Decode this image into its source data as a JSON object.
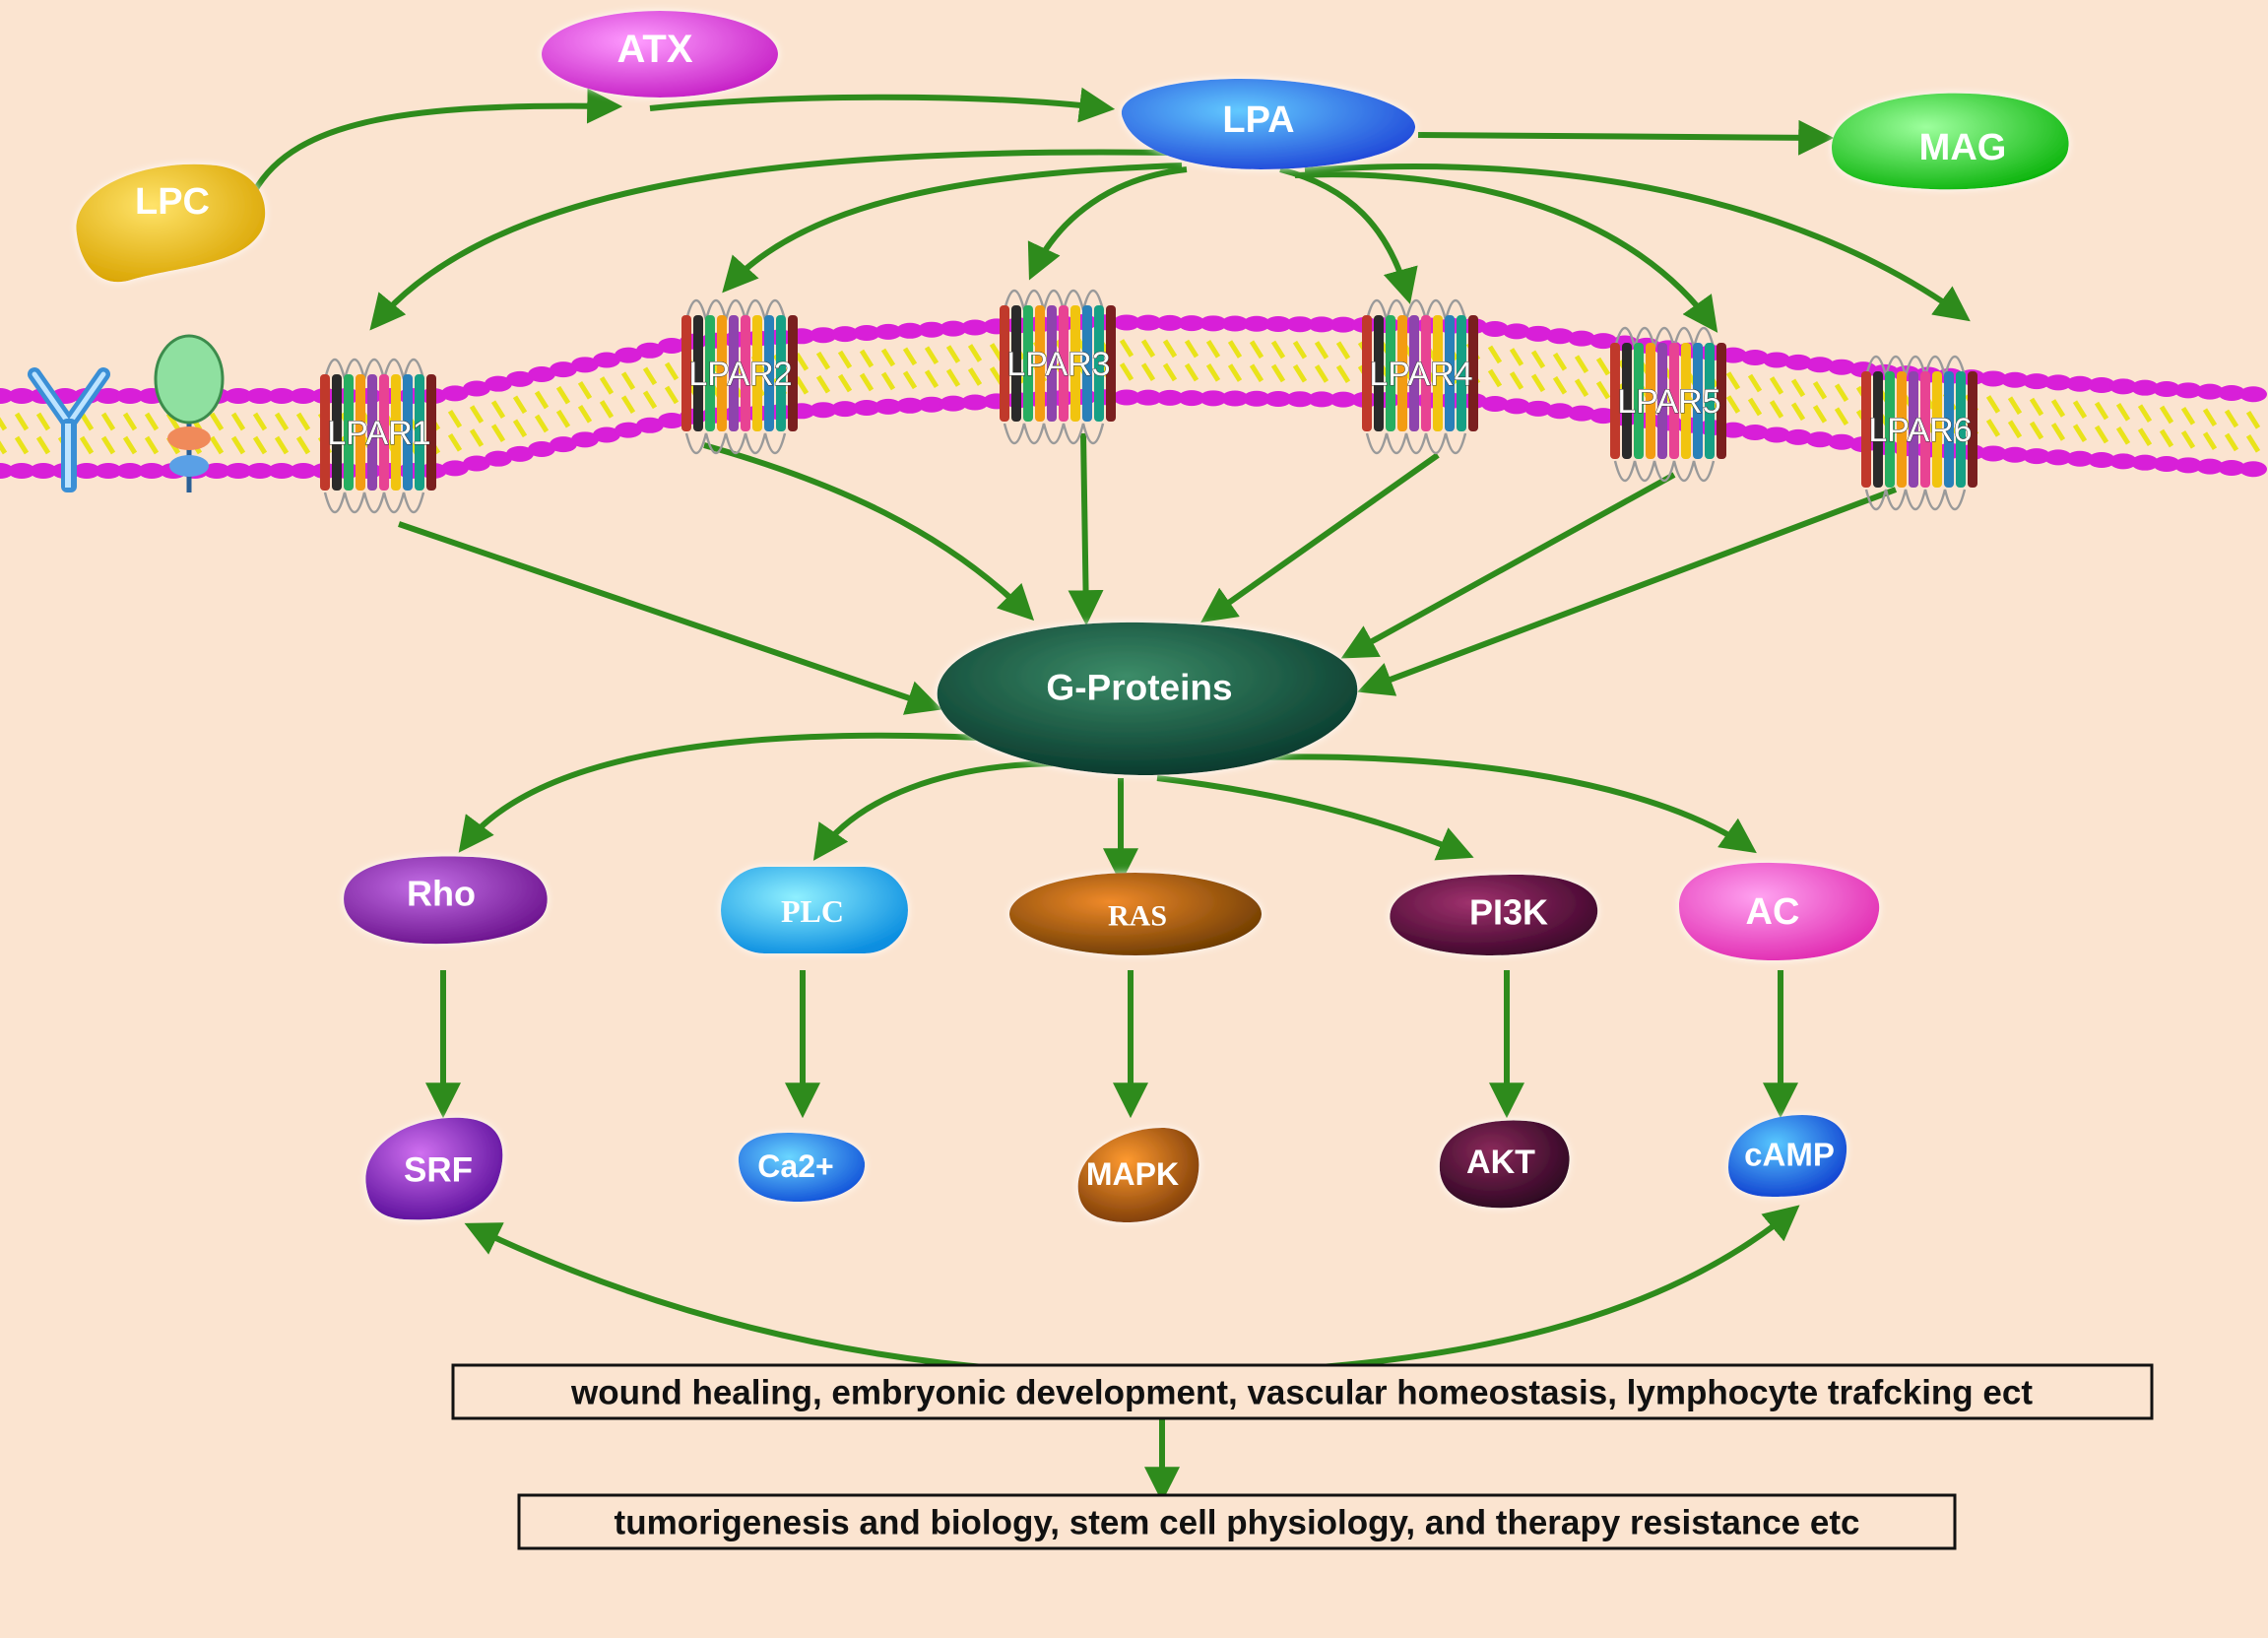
{
  "colors": {
    "background": "#fbe4d0",
    "arrow": "#2e8b1c",
    "membrane_head": "#d81fd8",
    "membrane_tail": "#e9e31a"
  },
  "nodes": {
    "atx": "ATX",
    "lpc": "LPC",
    "lpa": "LPA",
    "mag": "MAG",
    "g_proteins": "G-Proteins",
    "rho": "Rho",
    "plc": "PLC",
    "ras": "RAS",
    "pi3k": "PI3K",
    "ac": "AC",
    "srf": "SRF",
    "ca2": "Ca2+",
    "mapk": "MAPK",
    "akt": "AKT",
    "camp": "cAMP"
  },
  "receptors": [
    "LPAR1",
    "LPAR2",
    "LPAR3",
    "LPAR4",
    "LPAR5",
    "LPAR6"
  ],
  "membrane_icons": [
    "antibody-icon",
    "membrane-protein-icon"
  ],
  "outcomes": {
    "box1": "wound healing, embryonic development, vascular homeostasis, lymphocyte trafcking ect",
    "box2": "tumorigenesis and biology, stem cell physiology, and therapy resistance etc"
  }
}
